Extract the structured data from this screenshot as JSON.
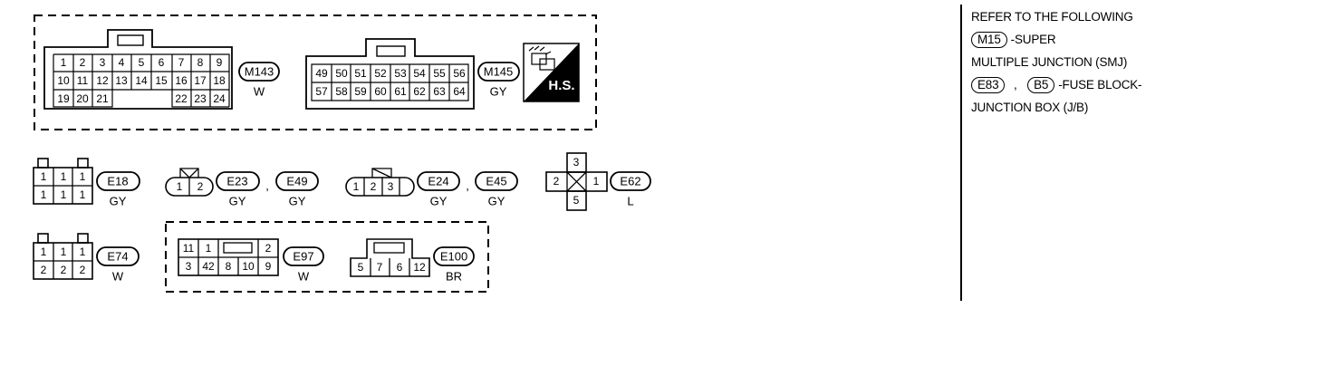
{
  "connectors": {
    "m143": {
      "id": "M143",
      "color": "W",
      "row1": [
        "1",
        "2",
        "3",
        "4",
        "5",
        "6",
        "7",
        "8",
        "9"
      ],
      "row2": [
        "10",
        "11",
        "12",
        "13",
        "14",
        "15",
        "16",
        "17",
        "18"
      ],
      "row3a": [
        "19",
        "20",
        "21"
      ],
      "row3b": [
        "22",
        "23",
        "24"
      ]
    },
    "m145": {
      "id": "M145",
      "color": "GY",
      "row1": [
        "49",
        "50",
        "51",
        "52",
        "53",
        "54",
        "55",
        "56"
      ],
      "row2": [
        "57",
        "58",
        "59",
        "60",
        "61",
        "62",
        "63",
        "64"
      ]
    },
    "hs_badge": "H.S.",
    "e18": {
      "id": "E18",
      "color": "GY",
      "row1": [
        "1",
        "1",
        "1"
      ],
      "row2": [
        "1",
        "1",
        "1"
      ]
    },
    "e23": {
      "id": "E23",
      "color": "GY",
      "pins": [
        "1",
        "2"
      ]
    },
    "e49": {
      "id": "E49",
      "color": "GY"
    },
    "e24": {
      "id": "E24",
      "color": "GY",
      "pins": [
        "1",
        "2",
        "3"
      ]
    },
    "e45": {
      "id": "E45",
      "color": "GY"
    },
    "e62": {
      "id": "E62",
      "color": "L",
      "top": "3",
      "left": "2",
      "right": "1",
      "bottom": "5"
    },
    "e74": {
      "id": "E74",
      "color": "W",
      "row1": [
        "1",
        "1",
        "1"
      ],
      "row2": [
        "2",
        "2",
        "2"
      ]
    },
    "e97": {
      "id": "E97",
      "color": "W",
      "row1a": [
        "11",
        "1"
      ],
      "row1b": [
        "2"
      ],
      "row2": [
        "3",
        "42",
        "8",
        "10",
        "9"
      ]
    },
    "e100": {
      "id": "E100",
      "color": "BR",
      "pins": [
        "5",
        "7",
        "6",
        "12"
      ]
    },
    "separator": ","
  },
  "note": {
    "line1": "REFER TO THE FOLLOWING",
    "m15_id": "M15",
    "line2": "-SUPER",
    "line3": "MULTIPLE JUNCTION (SMJ)",
    "e83_id": "E83",
    "comma": ",",
    "b5_id": "B5",
    "line4": "-FUSE BLOCK-",
    "line5": "JUNCTION BOX (J/B)"
  }
}
